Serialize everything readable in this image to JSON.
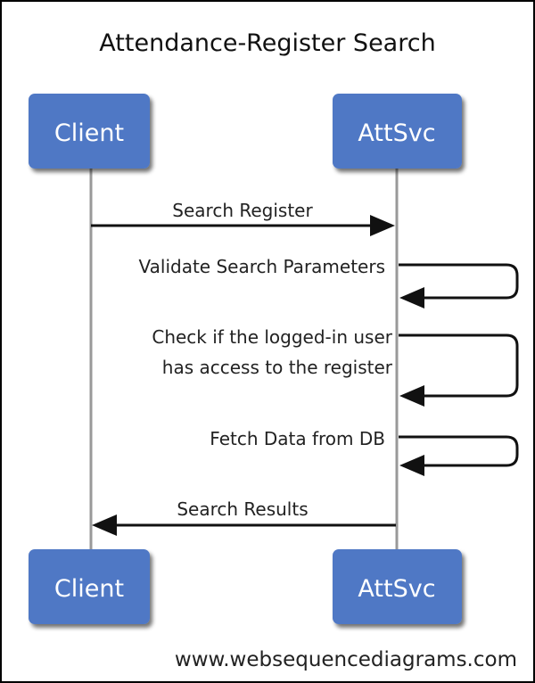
{
  "diagram": {
    "title": "Attendance-Register Search",
    "participants": [
      {
        "id": "client",
        "label": "Client"
      },
      {
        "id": "attsvc",
        "label": "AttSvc"
      }
    ],
    "messages": [
      {
        "from": "client",
        "to": "attsvc",
        "lines": [
          "Search Register"
        ],
        "type": "sync"
      },
      {
        "from": "attsvc",
        "to": "attsvc",
        "lines": [
          "Validate Search Parameters"
        ],
        "type": "self"
      },
      {
        "from": "attsvc",
        "to": "attsvc",
        "lines": [
          "Check if the logged-in user",
          "has access to the register"
        ],
        "type": "self"
      },
      {
        "from": "attsvc",
        "to": "attsvc",
        "lines": [
          "Fetch Data from DB"
        ],
        "type": "self"
      },
      {
        "from": "attsvc",
        "to": "client",
        "lines": [
          "Search Results"
        ],
        "type": "sync"
      }
    ],
    "watermark": "www.websequencediagrams.com",
    "colors": {
      "actor_fill": "#4f78c5",
      "actor_text": "#ffffff",
      "lifeline": "#999999",
      "arrow": "#111111"
    }
  }
}
